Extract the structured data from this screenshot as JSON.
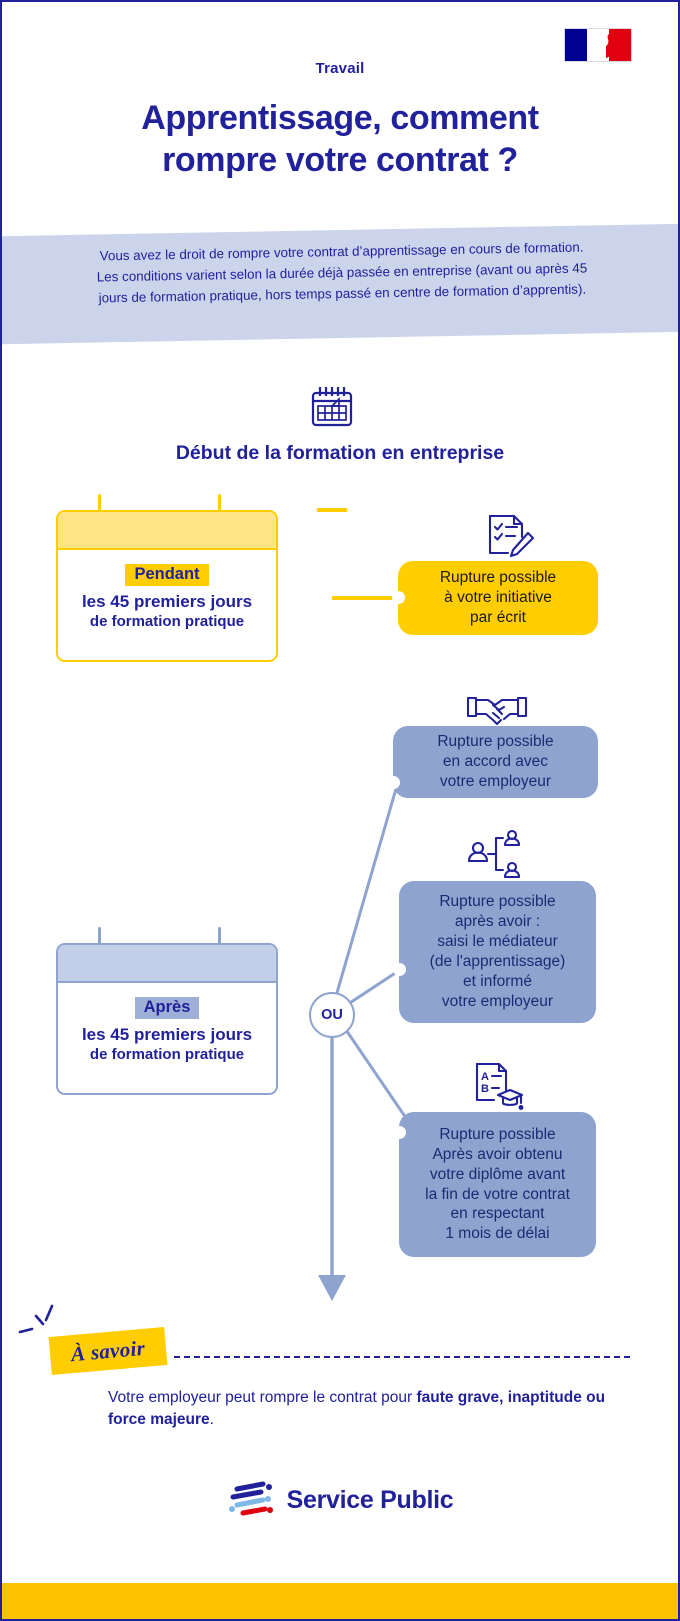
{
  "header": {
    "eyebrow": "Travail",
    "title_line1": "Apprentissage, comment",
    "title_line2": "rompre votre contrat ?",
    "flag_icon": "french-flag-marianne-icon"
  },
  "intro": {
    "text": "Vous avez le droit de rompre votre contrat d’apprentissage en cours de formation. Les conditions varient selon la durée déjà passée en entreprise (avant ou après 45 jours de formation pratique, hors temps passé en centre de formation d’apprentis)."
  },
  "section": {
    "icon": "calendar-icon",
    "heading": "Début de la formation en entreprise"
  },
  "timeline": {
    "junction_label": "OU",
    "cards": [
      {
        "id": "pendant",
        "tag": "Pendant",
        "line1": "les 45 premiers jours",
        "line2": "de formation pratique",
        "accent": "#ffcd00"
      },
      {
        "id": "apres",
        "tag": "Après",
        "line1": "les 45 premiers jours",
        "line2": "de formation pratique",
        "accent": "#8fa3cf"
      }
    ],
    "options": [
      {
        "id": "opt1",
        "icon": "checklist-pencil-icon",
        "text": "Rupture possible\nà votre initiative\npar écrit",
        "color": "#ffcd00"
      },
      {
        "id": "opt2",
        "icon": "handshake-icon",
        "text": "Rupture possible\nen accord avec\nvotre employeur",
        "color": "#8fa3cf"
      },
      {
        "id": "opt3",
        "icon": "mediator-people-icon",
        "text": "Rupture possible\naprès avoir :\nsaisi le médiateur\n(de l'apprentissage)\net informé\nvotre employeur",
        "color": "#8fa3cf"
      },
      {
        "id": "opt4",
        "icon": "diploma-graduation-icon",
        "text": "Rupture possible\nAprès avoir obtenu\nvotre diplôme avant\nla fin de votre contrat\nen respectant\n1 mois de délai",
        "color": "#8fa3cf"
      }
    ]
  },
  "note": {
    "badge": "À savoir",
    "text_plain": "Votre employeur peut rompre le contrat pour faute grave, inaptitude ou force majeure.",
    "text_before": "Votre employeur peut rompre le contrat pour ",
    "text_bold": "faute grave, inaptitude ou force majeure",
    "text_after": "."
  },
  "footer": {
    "logo_mark": "service-public-stripes-logo",
    "logo_text": "Service Public",
    "bar_color": "#fdc300"
  },
  "colors": {
    "brand_blue": "#21219b",
    "yellow": "#ffcd00",
    "light_yellow": "#ffe484",
    "blue_mid": "#8fa3cf",
    "blue_pale": "#ccd4ec",
    "red": "#e1000f"
  }
}
